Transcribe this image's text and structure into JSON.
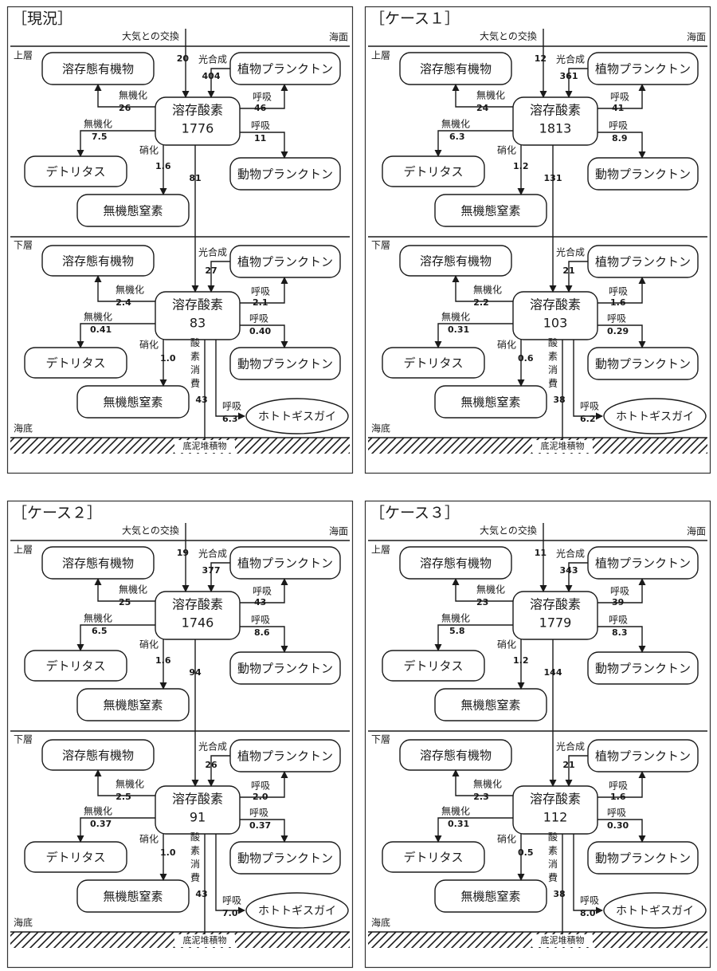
{
  "colors": {
    "ink": "#1a1a1a",
    "paper": "#ffffff",
    "frame": "#333333"
  },
  "labels": {
    "air_exchange": "大気との交換",
    "sea_surface": "海面",
    "upper": "上層",
    "lower": "下層",
    "seabed": "海底",
    "sediment": "底泥堆積物",
    "photosynthesis": "光合成",
    "respiration": "呼吸",
    "mineralization": "無機化",
    "nitrification": "硝化",
    "oxygen_consumption": "酸素消費",
    "dom": "溶存態有機物",
    "do": "溶存酸素",
    "phyto": "植物プランクトン",
    "zoo": "動物プランクトン",
    "detritus": "デトリタス",
    "din": "無機態窒素",
    "clam": "ホトトギスガイ"
  },
  "panels": [
    {
      "id": "p0",
      "title": "［現況］",
      "upper": {
        "air": "20",
        "do": "1776",
        "photo": "404",
        "dom": "26",
        "resp_phyto": "46",
        "det": "7.5",
        "resp_zoo": "11",
        "nit": "1.6",
        "sink": "81"
      },
      "lower": {
        "do": "83",
        "photo": "27",
        "dom": "2.4",
        "resp_phyto": "2.1",
        "det": "0.41",
        "resp_zoo": "0.40",
        "nit": "1.0",
        "ox": "43",
        "clam": "6.3"
      }
    },
    {
      "id": "p1",
      "title": "［ケース１］",
      "upper": {
        "air": "12",
        "do": "1813",
        "photo": "361",
        "dom": "24",
        "resp_phyto": "41",
        "det": "6.3",
        "resp_zoo": "8.9",
        "nit": "1.2",
        "sink": "131"
      },
      "lower": {
        "do": "103",
        "photo": "21",
        "dom": "2.2",
        "resp_phyto": "1.6",
        "det": "0.31",
        "resp_zoo": "0.29",
        "nit": "0.6",
        "ox": "38",
        "clam": "6.2"
      }
    },
    {
      "id": "p2",
      "title": "［ケース２］",
      "upper": {
        "air": "19",
        "do": "1746",
        "photo": "377",
        "dom": "25",
        "resp_phyto": "43",
        "det": "6.5",
        "resp_zoo": "8.6",
        "nit": "1.6",
        "sink": "94"
      },
      "lower": {
        "do": "91",
        "photo": "26",
        "dom": "2.5",
        "resp_phyto": "2.0",
        "det": "0.37",
        "resp_zoo": "0.37",
        "nit": "1.0",
        "ox": "43",
        "clam": "7.0"
      }
    },
    {
      "id": "p3",
      "title": "［ケース３］",
      "upper": {
        "air": "11",
        "do": "1779",
        "photo": "343",
        "dom": "23",
        "resp_phyto": "39",
        "det": "5.8",
        "resp_zoo": "8.3",
        "nit": "1.2",
        "sink": "144"
      },
      "lower": {
        "do": "112",
        "photo": "21",
        "dom": "2.3",
        "resp_phyto": "1.6",
        "det": "0.31",
        "resp_zoo": "0.30",
        "nit": "0.5",
        "ox": "38",
        "clam": "8.0"
      }
    }
  ]
}
